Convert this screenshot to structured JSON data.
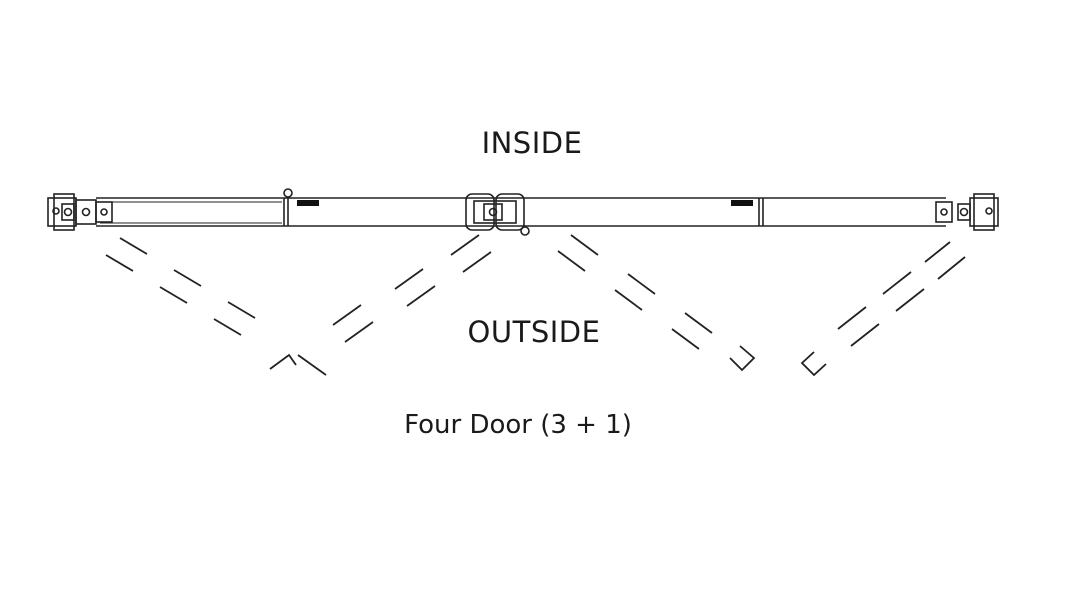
{
  "labels": {
    "inside": "INSIDE",
    "outside": "OUTSIDE",
    "caption": "Four Door (3 + 1)"
  },
  "colors": {
    "line": "#222222",
    "text": "#1a1a1a",
    "background": "#ffffff"
  }
}
